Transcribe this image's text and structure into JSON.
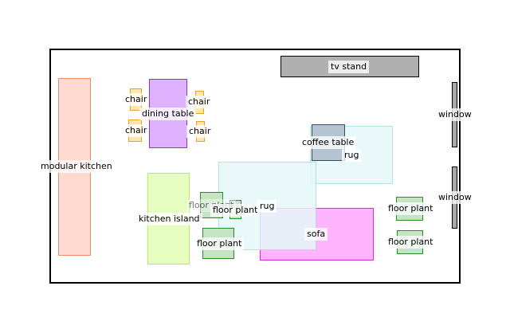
{
  "plan": {
    "items": {
      "modular_kitchen": {
        "label": "modular kitchen",
        "fill": "#ffdad0",
        "stroke": "#f08a68"
      },
      "tv_stand": {
        "label": "tv stand",
        "fill": "#b0b0b0",
        "stroke": "#000000"
      },
      "dining_table": {
        "label": "dining table",
        "fill": "#deb2ff",
        "stroke": "#9a2ed6"
      },
      "chair_1": {
        "label": "chair",
        "fill": "#ffe6b0",
        "stroke": "#f0a020"
      },
      "chair_2": {
        "label": "chair",
        "fill": "#ffe6b0",
        "stroke": "#f0a020"
      },
      "chair_3": {
        "label": "chair",
        "fill": "#ffe6b0",
        "stroke": "#f0a020"
      },
      "chair_4": {
        "label": "chair",
        "fill": "#ffe6b0",
        "stroke": "#f0a020"
      },
      "window_1": {
        "label": "window",
        "fill": "#a8a8a8",
        "stroke": "#000000"
      },
      "window_2": {
        "label": "window",
        "fill": "#a8a8a8",
        "stroke": "#000000"
      },
      "coffee_table": {
        "label": "coffee table",
        "fill": "#b4c4d2",
        "stroke": "#3a4a5a"
      },
      "rug_1": {
        "label": "rug",
        "fill": "#e6f7f7",
        "stroke": "#a6e0e0"
      },
      "rug_2": {
        "label": "rug",
        "fill": "#e6f7f7",
        "stroke": "#a6e0e0"
      },
      "kitchen_island": {
        "label": "kitchen island",
        "fill": "#e6ffc0",
        "stroke": "#b4ee5a"
      },
      "floor_plant_1": {
        "label": "floor plant",
        "fill": "#c4e4c4",
        "stroke": "#2e8a2e"
      },
      "floor_plant_2": {
        "label": "floor plant",
        "fill": "#c4e4c4",
        "stroke": "#2e8a2e"
      },
      "floor_plant_3": {
        "label": "floor plant",
        "fill": "#c4e4c4",
        "stroke": "#2e8a2e"
      },
      "floor_plant_4": {
        "label": "floor plant",
        "fill": "#c4e4c4",
        "stroke": "#2e8a2e"
      },
      "floor_plant_5": {
        "label": "floor plant",
        "fill": "#c4e4c4",
        "stroke": "#2e8a2e"
      },
      "sofa": {
        "label": "sofa",
        "fill": "#ffb4ff",
        "stroke": "#d62ed6"
      }
    }
  }
}
